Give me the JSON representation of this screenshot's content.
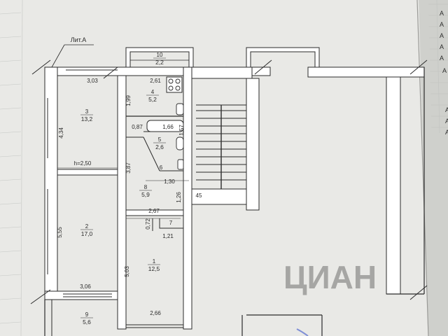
{
  "title": "Лит.А",
  "colors": {
    "paper": "#e9e9e6",
    "paper_shadow": "#cfd0cc",
    "ink": "#2b2b2b",
    "wall": "#ffffff",
    "grid": "#c4c6c3",
    "blue_mark": "#7f8fd6",
    "watermark": "#ffffff"
  },
  "watermark_text": "ЦИАН",
  "edge_letters": [
    "A",
    "A",
    "A",
    "A",
    "A",
    "A",
    "A",
    "A",
    "A"
  ],
  "rooms": [
    {
      "number": "1",
      "area": "12,5"
    },
    {
      "number": "2",
      "area": "17,0"
    },
    {
      "number": "3",
      "area": "13,2"
    },
    {
      "number": "4",
      "area": "5,2"
    },
    {
      "number": "5",
      "area": "2,6"
    },
    {
      "number": "6",
      "area": ""
    },
    {
      "number": "7",
      "area": ""
    },
    {
      "number": "8",
      "area": "5,9"
    },
    {
      "number": "9",
      "area": "5,6"
    },
    {
      "number": "10",
      "area": "2,2"
    }
  ],
  "dimensions": [
    "3,03",
    "4,34",
    "h=2,50",
    "5,55",
    "3,06",
    "2,61",
    "1,99",
    "0,87",
    "1,66",
    "1,57",
    "3,87",
    "1,30",
    "1,26",
    "45",
    "2,67",
    "0,72",
    "1,21",
    "5,03",
    "2,66"
  ]
}
